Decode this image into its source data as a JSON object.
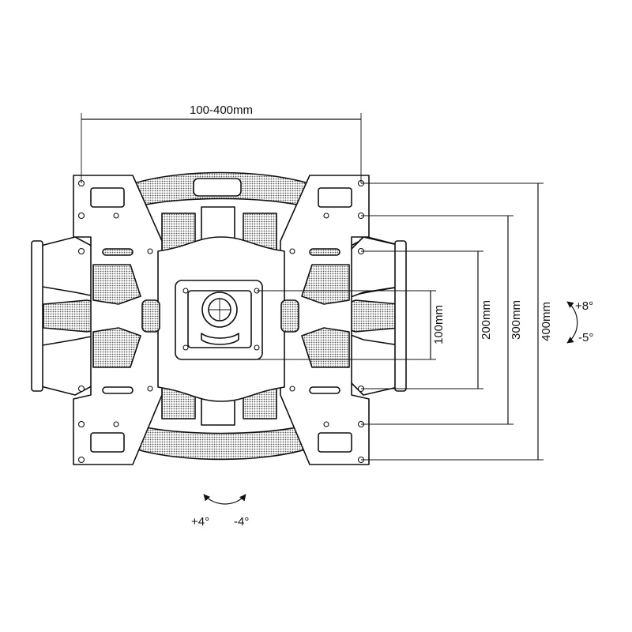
{
  "diagram": {
    "dimensions": {
      "width_range": "100-400mm",
      "height_100": "100mm",
      "height_200": "200mm",
      "height_300": "300mm",
      "height_400": "400mm"
    },
    "tilt": {
      "up": "+8°",
      "down": "-5°"
    },
    "swivel": {
      "left": "+4°",
      "right": "-4°"
    },
    "colors": {
      "line": "#111111",
      "background": "#ffffff",
      "hatch": "#9a9a9a"
    }
  }
}
